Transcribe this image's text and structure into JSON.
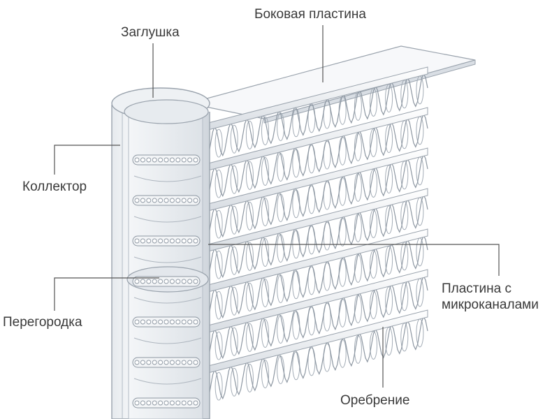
{
  "labels": {
    "side_plate": "Боковая пластина",
    "end_cap": "Заглушка",
    "header": "Коллектор",
    "baffle": "Перегородка",
    "microchannel_tube_line1": "Пластина с",
    "microchannel_tube_line2": "микроканалами",
    "fins": "Оребрение"
  },
  "colors": {
    "leader_line": "#555555",
    "outline": "#9aa3ad",
    "fill_light": "#eef1f4",
    "fill_mid": "#d9dee4",
    "text": "#3a3a3a"
  },
  "structure": {
    "tube_count": 7,
    "channels_per_tube": 11,
    "fin_waves_per_row": 14
  }
}
